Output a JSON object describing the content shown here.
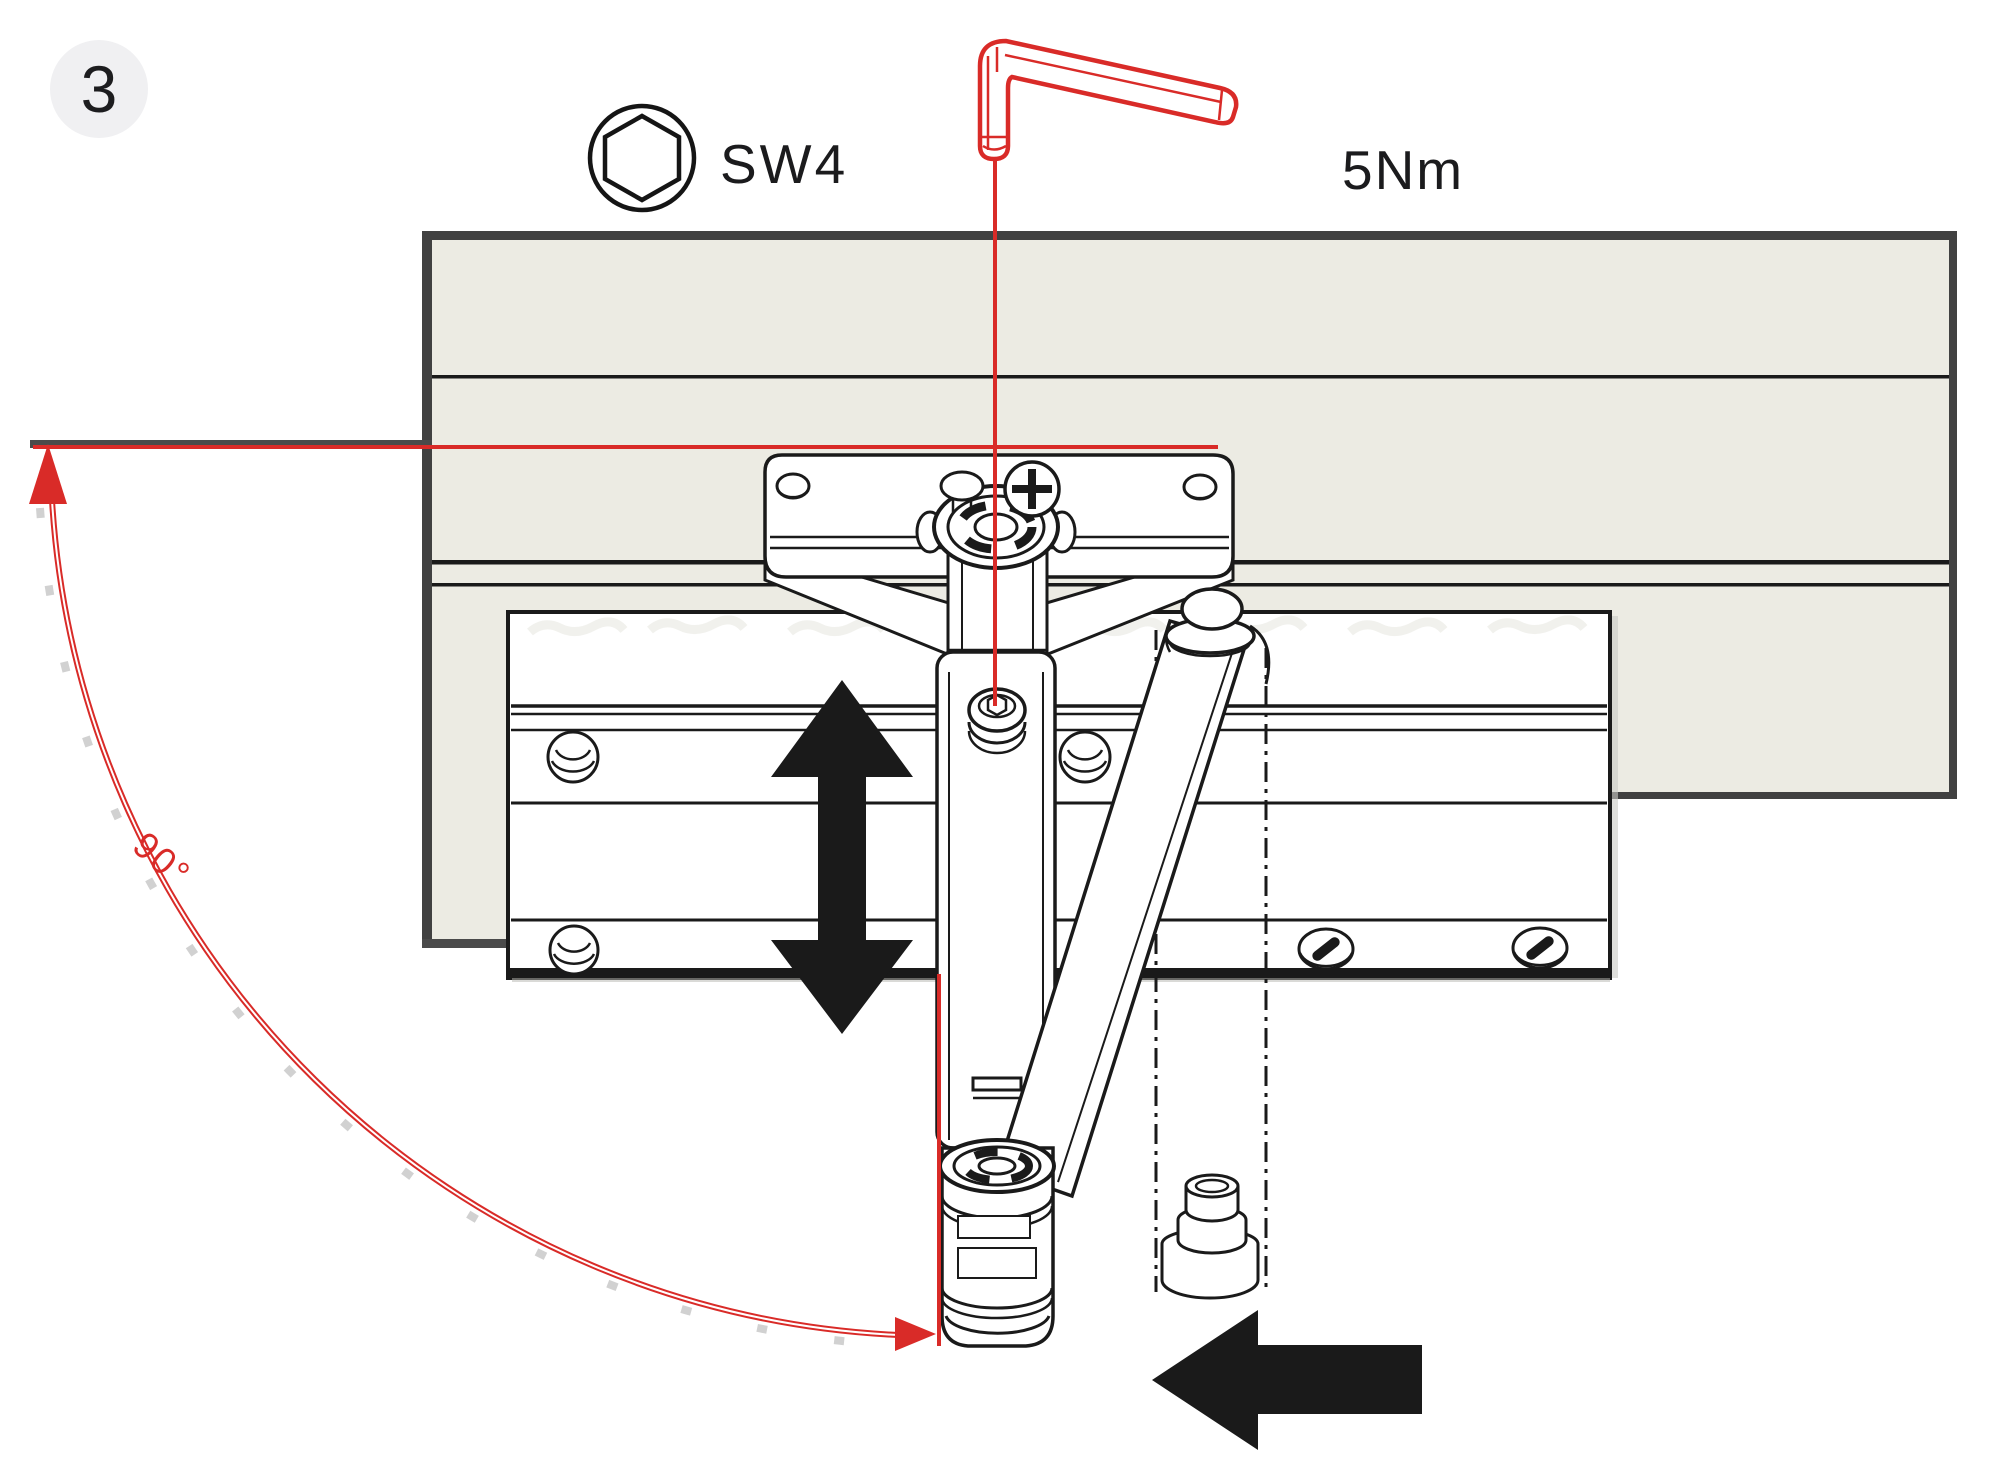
{
  "step_badge": {
    "number": "3"
  },
  "legend": {
    "hex_socket": {
      "icon": "hex-socket-icon",
      "label": "SW4"
    },
    "torque": {
      "label": "5Nm"
    }
  },
  "diagram": {
    "angle_label": "90°",
    "tool_icon": "allen-key-icon",
    "arrow_icons": [
      "move-vertical-arrow",
      "push-left-arrow",
      "swing-up-arrowhead",
      "swing-right-arrowhead"
    ],
    "colors": {
      "accent_red": "#d92b28",
      "frame_fill": "#ecebe3",
      "frame_edge": "#414141",
      "line_black": "#1a1a1a",
      "badge_bg": "#f0f0f2"
    }
  }
}
